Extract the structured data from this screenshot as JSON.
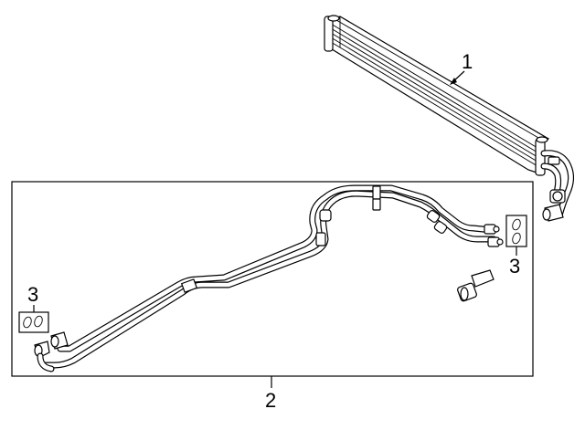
{
  "callouts": {
    "cooler": "1",
    "line_assembly": "2",
    "seal_kit_left": "3",
    "seal_kit_right": "3"
  }
}
